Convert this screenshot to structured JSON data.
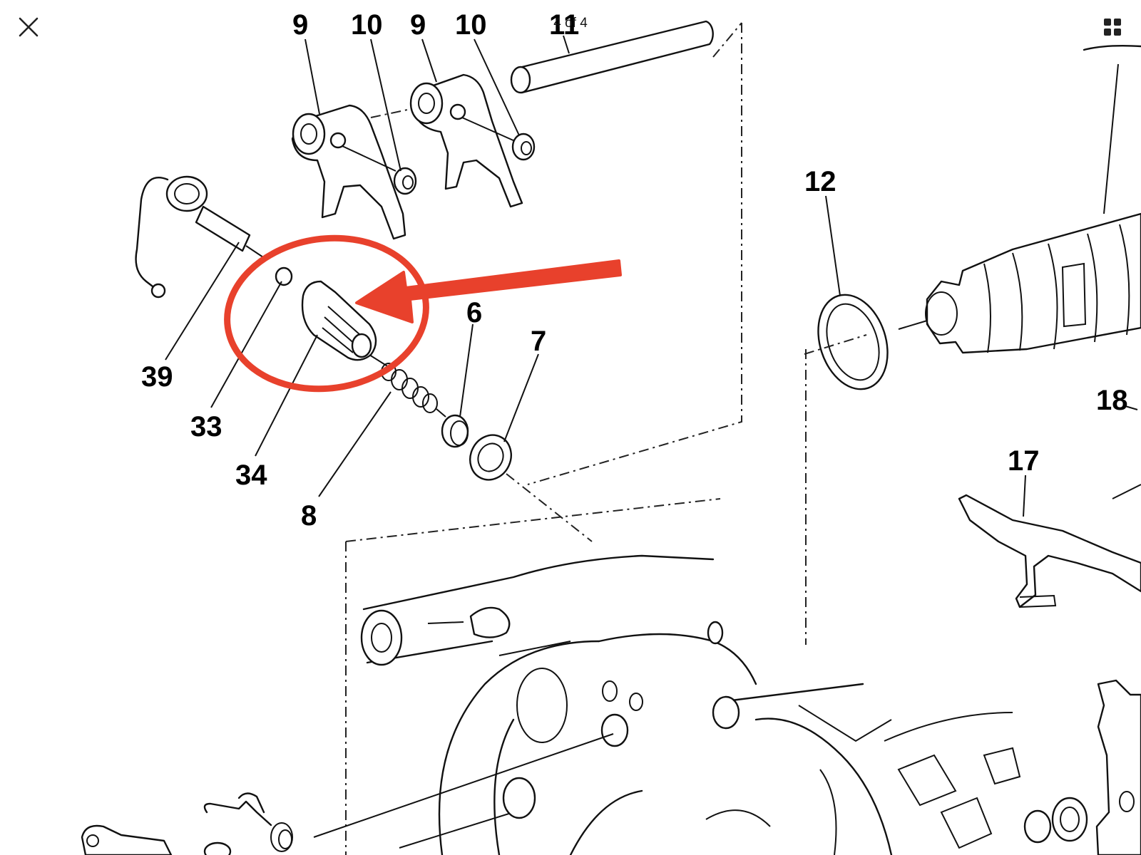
{
  "viewer": {
    "counter": "4 of 4",
    "close_icon": "close-x-icon",
    "grid_icon": "grid-view-icon",
    "accent_color": "#e8412c"
  },
  "diagram": {
    "callouts": [
      "9",
      "10",
      "9",
      "10",
      "11",
      "12",
      "39",
      "33",
      "34",
      "8",
      "6",
      "7",
      "18",
      "17"
    ]
  }
}
